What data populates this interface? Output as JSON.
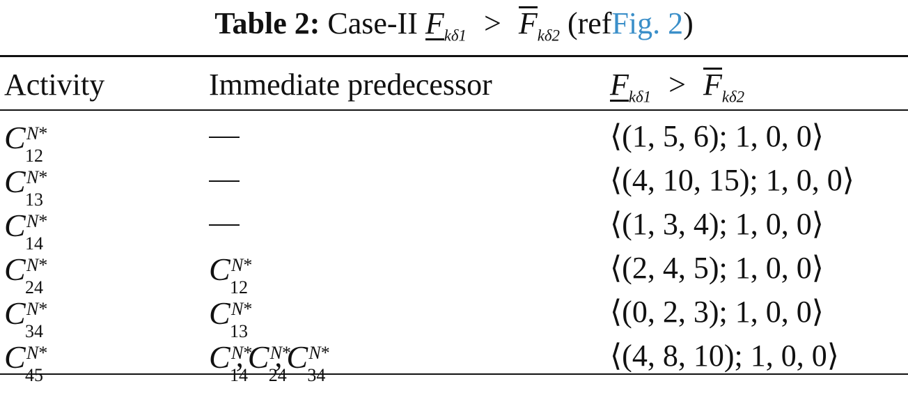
{
  "caption": {
    "label": "Table 2:",
    "text_before": "Case-II",
    "var1_letter": "F",
    "var1_sub": "kδ1",
    "relation": ">",
    "var2_letter": "F",
    "var2_sub": "kδ2",
    "ref_open": "(ref",
    "ref_link": "Fig. 2",
    "ref_close": ")"
  },
  "table": {
    "headers": {
      "activity": "Activity",
      "predecessor": "Immediate predecessor",
      "var1_letter": "F",
      "var1_sub": "kδ1",
      "relation": ">",
      "var2_letter": "F",
      "var2_sub": "kδ2"
    },
    "symbol": {
      "letter": "C",
      "sup_letter": "N",
      "sup_star": "*"
    },
    "rows": [
      {
        "activity": "12",
        "predecessors": [],
        "value": "⟨(1, 5, 6); 1, 0, 0⟩"
      },
      {
        "activity": "13",
        "predecessors": [],
        "value": "⟨(4, 10, 15); 1, 0, 0⟩"
      },
      {
        "activity": "14",
        "predecessors": [],
        "value": "⟨(1, 3, 4); 1, 0, 0⟩"
      },
      {
        "activity": "24",
        "predecessors": [
          "12"
        ],
        "value": "⟨(2, 4, 5); 1, 0, 0⟩"
      },
      {
        "activity": "34",
        "predecessors": [
          "13"
        ],
        "value": "⟨(0, 2, 3); 1, 0, 0⟩"
      },
      {
        "activity": "45",
        "predecessors": [
          "14",
          "24",
          "34"
        ],
        "value": "⟨(4, 8, 10); 1, 0, 0⟩"
      }
    ]
  }
}
